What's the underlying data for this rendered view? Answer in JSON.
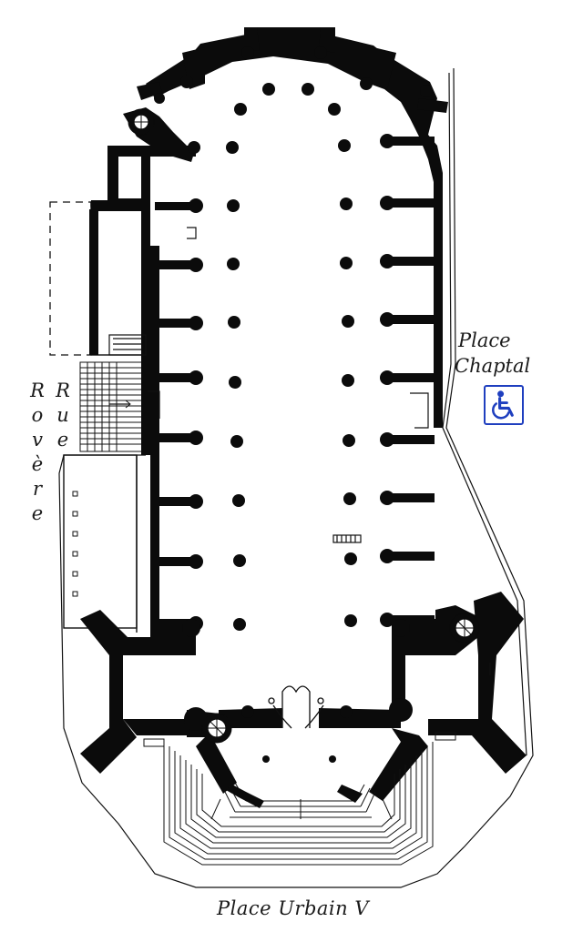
{
  "labels": {
    "place_chaptal_line1": "Place",
    "place_chaptal_line2": "Chaptal",
    "place_urbain": "Place Urbain V",
    "rue": [
      "R",
      "u",
      "e"
    ],
    "rovere": [
      "R",
      "o",
      "v",
      "è",
      "r",
      "e"
    ]
  },
  "icons": {
    "accessibility": "wheelchair-icon"
  },
  "colors": {
    "walls": "#0b0b0b",
    "background": "#ffffff",
    "accessibility_blue": "#1f3fbf"
  }
}
